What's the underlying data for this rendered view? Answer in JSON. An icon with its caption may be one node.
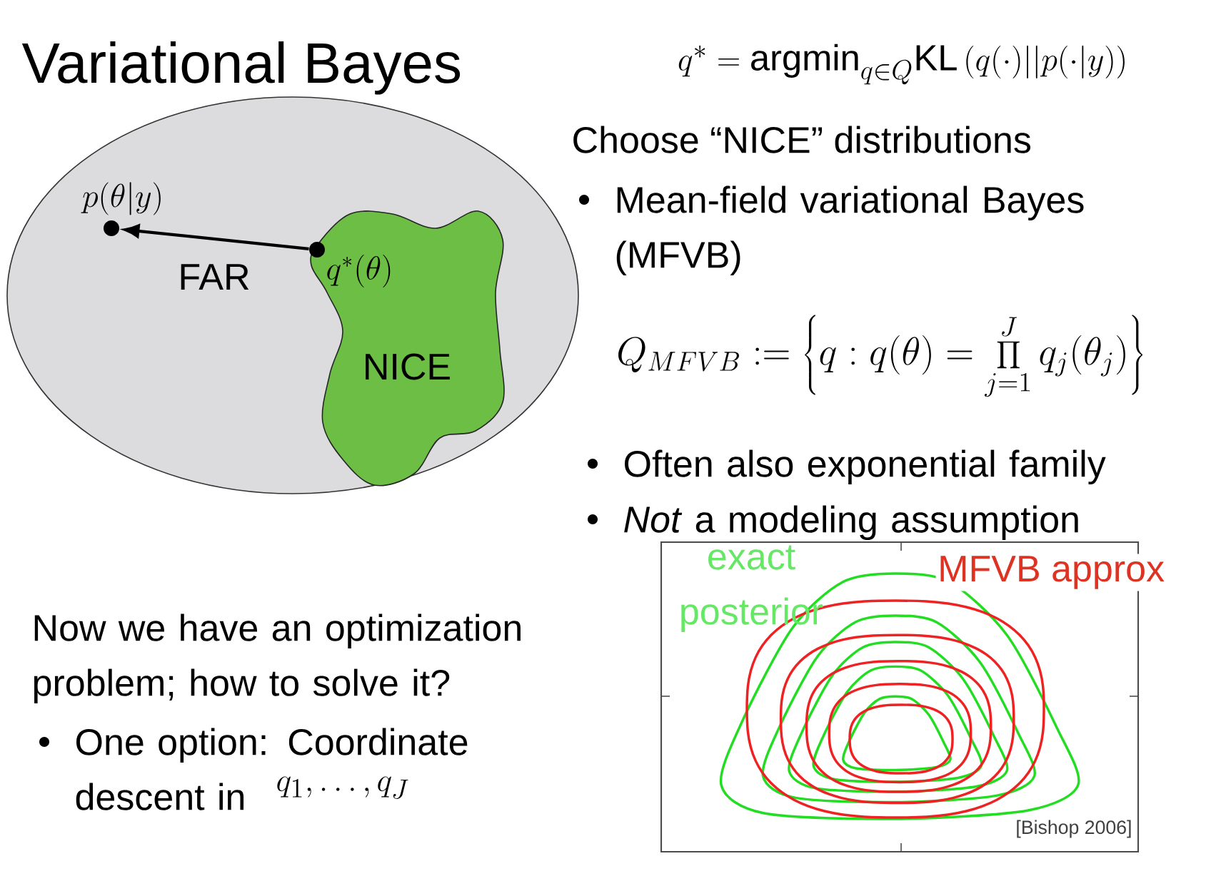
{
  "diagram": {
    "title": "Variational Bayes",
    "nodes": [
      {
        "text": [],
        "shape": "ellipse"
      },
      {
        "text": [
          "NICE"
        ],
        "in": 0
      },
      {
        "text": [
          "p(\\theta|y)"
        ],
        "in": 0
      },
      {
        "text": [
          "q^*(\\theta)"
        ],
        "in": 1
      }
    ],
    "edges": [
      {
        "from": 3,
        "to": 2,
        "arrow": "to",
        "label": "FAR"
      }
    ],
    "labels": [
      "q^* = \\mathrm{argmin}_{q\\in Q}\\mathrm{KL}\\left(q(\\cdot)||p(\\cdot|y)\\right)",
      "Choose “NICE” distributions",
      "Mean-field variational Bayes (MFVB)",
      "Q_{MFVB} := \\left\\{ q : q(\\theta) = \\prod_{j=1}^{J} q_j(\\theta_j) \\right\\}",
      "Often also exponential family",
      "*Not* a modeling assumption",
      "exact posterior",
      "MFVB approx",
      "Now we have an optimization problem; how to solve it?",
      "One option: Coordinate descent in",
      "q_1,\\ldots,q_J",
      "[Bishop 2006]"
    ]
  }
}
